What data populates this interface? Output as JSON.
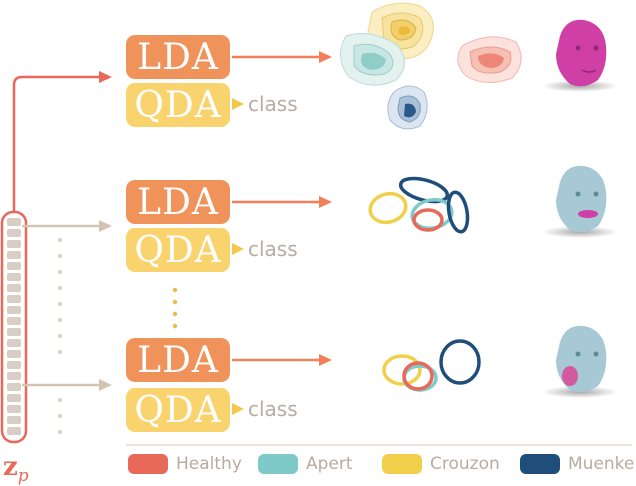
{
  "pipeline": {
    "classifier_lda": "LDA",
    "classifier_qda": "QDA",
    "output_label": "class",
    "latent_symbol": "z",
    "latent_subscript": "p"
  },
  "legend": [
    {
      "label": "Healthy",
      "color": "#e8685a"
    },
    {
      "label": "Apert",
      "color": "#7ecac8"
    },
    {
      "label": "Crouzon",
      "color": "#f2cf4a"
    },
    {
      "label": "Muenke",
      "color": "#1f4e7a"
    }
  ],
  "colors": {
    "lda": "#f0935a",
    "qda": "#f9d46e",
    "arrow_primary": "#f07f5a",
    "arrow_secondary": "#d4c4b4",
    "vector_border": "#e8685a",
    "vector_cell": "#d8cec6",
    "face_highlight": "#cf3fa6",
    "face_base": "#a6c9d5"
  }
}
